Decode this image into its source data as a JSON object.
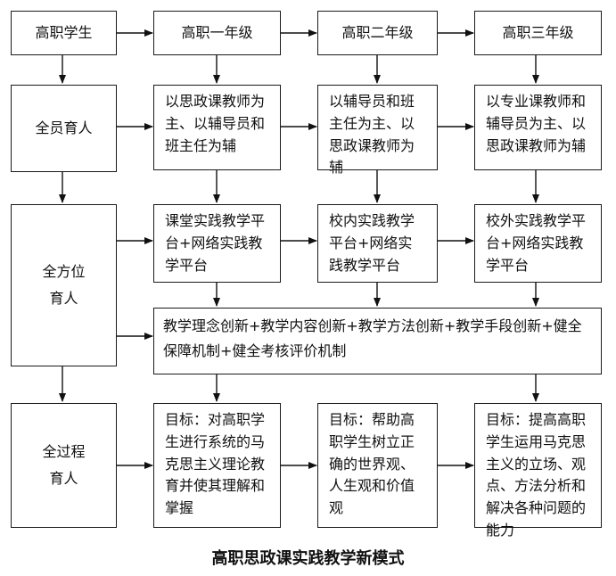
{
  "headers": {
    "student": "高职学生",
    "year1": "高职一年级",
    "year2": "高职二年级",
    "year3": "高职三年级"
  },
  "rows": {
    "all_staff": "全员育人",
    "all_round": "全方位\n育人",
    "whole_process": "全过程\n育人"
  },
  "staff": {
    "year1": "以思政课教师为主、以辅导员和班主任为辅",
    "year2": "以辅导员和班主任为主、以思政课教师为辅",
    "year3": "以专业课教师和辅导员为主、以思政课教师为辅"
  },
  "platforms": {
    "year1": "课堂实践教学平台+网络实践教学平台",
    "year2": "校内实践教学平台+网络实践教学平台",
    "year3": "校外实践教学平台+网络实践教学平台"
  },
  "innovation": "教学理念创新+教学内容创新+教学方法创新+教学手段创新+健全保障机制+健全考核评价机制",
  "goals": {
    "year1": "目标：对高职学生进行系统的马克思主义理论教育并使其理解和掌握",
    "year2": "目标：帮助高职学生树立正确的世界观、人生观和价值观",
    "year3": "目标：提高高职学生运用马克思主义的立场、观点、方法分析和解决各种问题的能力"
  },
  "caption": "高职思政课实践教学新模式"
}
